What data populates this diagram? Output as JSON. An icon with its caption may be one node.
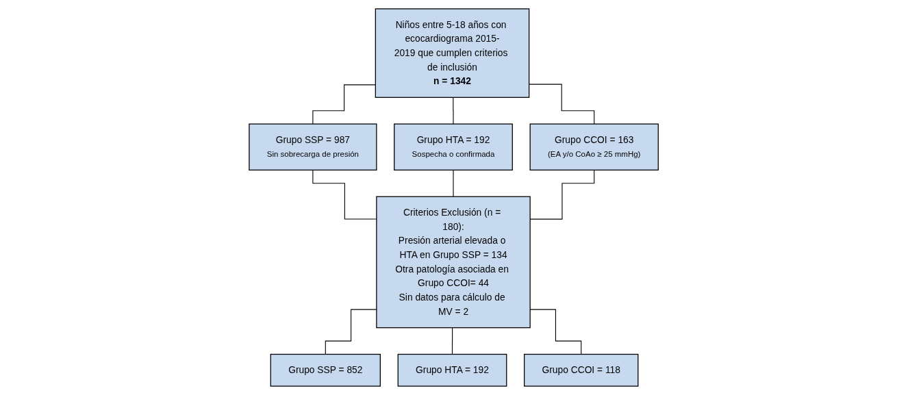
{
  "diagram": {
    "nodes": [
      {
        "text": [
          "Niños entre 5-18 años con ecocardiograma 2015-2019 que cumplen criterios de inclusión",
          "n = 1342"
        ]
      },
      {
        "text": [
          "Grupo SSP = 987",
          "Sin sobrecarga de presión"
        ]
      },
      {
        "text": [
          "Grupo HTA = 192",
          "Sospecha o confirmada"
        ]
      },
      {
        "text": [
          "Grupo CCOI = 163",
          "(EA y/o CoAo ≥ 25 mmHg)"
        ]
      },
      {
        "text": [
          "Criterios Exclusión (n = 180):",
          "Presión arterial elevada o HTA en Grupo SSP = 134",
          "Otra patología asociada en Grupo CCOI= 44",
          "Sin datos para cálculo de MV = 2"
        ]
      },
      {
        "text": [
          "Grupo SSP = 852"
        ]
      },
      {
        "text": [
          "Grupo HTA = 192"
        ]
      },
      {
        "text": [
          "Grupo CCOI = 118"
        ]
      }
    ],
    "edges": [
      {
        "from": 0,
        "to": 1,
        "arrow": "none"
      },
      {
        "from": 0,
        "to": 2,
        "arrow": "none"
      },
      {
        "from": 0,
        "to": 3,
        "arrow": "none"
      },
      {
        "from": 1,
        "to": 4,
        "arrow": "none"
      },
      {
        "from": 2,
        "to": 4,
        "arrow": "none"
      },
      {
        "from": 3,
        "to": 4,
        "arrow": "none"
      },
      {
        "from": 4,
        "to": 5,
        "arrow": "none"
      },
      {
        "from": 4,
        "to": 6,
        "arrow": "none"
      },
      {
        "from": 4,
        "to": 7,
        "arrow": "none"
      }
    ]
  }
}
